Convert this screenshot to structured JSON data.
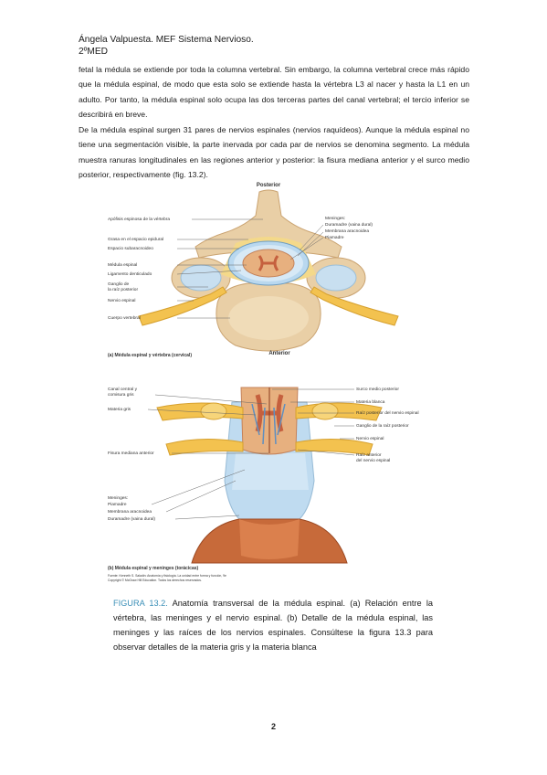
{
  "header": {
    "line1": "Ángela Valpuesta. MEF Sistema Nervioso.",
    "line2": "2ºMED"
  },
  "paragraphs": {
    "p1": "fetal la médula se extiende por toda la columna vertebral. Sin embargo, la columna vertebral crece más rápido que la médula espinal, de modo que esta solo se extiende hasta la vértebra L3 al nacer y hasta la L1 en un adulto. Por tanto, la médula espinal solo ocupa las dos terceras partes del canal vertebral; el tercio inferior se describirá en breve.",
    "p2": "De la médula espinal surgen 31 pares de nervios espinales (nervios raquídeos). Aunque la médula espinal no tiene una segmentación visible, la parte inervada por cada par de nervios se denomina segmento. La médula muestra ranuras longitudinales en las regiones anterior y posterior: la fisura mediana anterior y el surco medio posterior, respectivamente (fig. 13.2)."
  },
  "figure": {
    "top": {
      "posterior": "Posterior",
      "anterior": "Anterior",
      "left_labels": [
        "Apófisis espinosa de la vértebra",
        "Grasa en el espacio epidural",
        "Espacio subaracnoideo",
        "Médula espinal",
        "Ligamento denticulado",
        "Ganglio de",
        "la raíz posterior",
        "Nervio espinal",
        "Cuerpo vertebral"
      ],
      "right_labels": [
        "Meninges:",
        "Duramadre (vaina dural)",
        "Membrana aracnoidea",
        "Piamadre"
      ],
      "panel_caption": "(a) Médula espinal y vértebra (cervical)"
    },
    "bottom": {
      "left_labels": [
        "Canal central y",
        "comisura gris",
        "Materia gris",
        "Fisura mediana anterior",
        "Meninges:",
        "Piamadre",
        "Membrana aracnoidea",
        "Duramadre (vaina dural)"
      ],
      "right_labels": [
        "Surco medio posterior",
        "Materia blanca",
        "Raíz posterior del nervio espinal",
        "Ganglio de la raíz posterior",
        "Nervio espinal",
        "Raíz anterior",
        "del nervio espinal"
      ],
      "panel_caption": "(b) Médula espinal y meninges (torácicas)",
      "source_line1": "Fuente: Kenneth S. Saladin: Anatomía y fisiología. La unidad entre forma y función, 9e",
      "source_line2": "Copyright © McGraw Hill Education. Todos los derechos reservados."
    }
  },
  "caption": {
    "label": "FIGURA 13.2.",
    "text": " Anatomía transversal de la médula espinal. (a) Relación entre la vértebra, las meninges y el nervio espinal. (b) Detalle de la médula espinal, las meninges y las raíces de los nervios espinales. Consúltese la figura 13.3 para observar detalles de la materia gris y la materia blanca"
  },
  "page_number": "2",
  "colors": {
    "bone": "#e9cfa6",
    "bone_dark": "#caa371",
    "nerve": "#f3c24f",
    "meninges_blue": "#b9d8ef",
    "cord": "#e7b07f",
    "gray_matter": "#c5603e",
    "caption_blue": "#3a8fb7"
  }
}
